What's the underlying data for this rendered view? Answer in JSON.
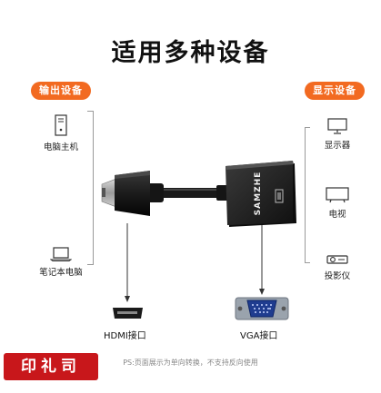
{
  "heading": "适用多种设备",
  "left_section": {
    "label": "输出设备",
    "devices": [
      "电脑主机",
      "笔记本电脑"
    ]
  },
  "right_section": {
    "label": "显示设备",
    "devices": [
      "显示器",
      "电视",
      "投影仪"
    ]
  },
  "adapter": {
    "brand": "SAMZHE"
  },
  "ports": {
    "hdmi": "HDMI接口",
    "vga": "VGA接口"
  },
  "note": "PS:页面展示为单向转换，不支持反向使用",
  "watermark": "印礼司",
  "colors": {
    "accent": "#f26a21",
    "seal": "#c8171b",
    "cable": "#1a1a1a"
  },
  "icons": [
    "pc-tower-icon",
    "laptop-icon",
    "monitor-icon",
    "tv-icon",
    "projector-icon",
    "hdmi-port-icon",
    "vga-port-icon"
  ]
}
